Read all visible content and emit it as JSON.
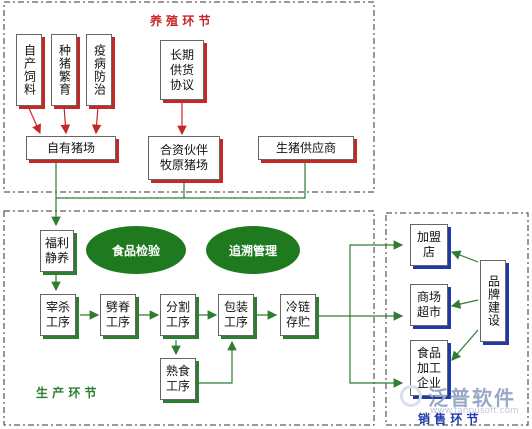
{
  "regions": {
    "breeding": "养 殖 环 节",
    "production": "生 产 环 节",
    "sales": "销 售 环 节"
  },
  "breeding": {
    "feed": "自产饲料",
    "breed": "种猪繁育",
    "epidemic": "疫病防治",
    "long_supply": "长期供货协议",
    "own_farm": "自有猪场",
    "jv_farm": "合资伙伴牧原猪场",
    "supplier": "生猪供应商"
  },
  "production": {
    "welfare": "福利静养",
    "inspection": "食品检验",
    "traceability": "追溯管理",
    "slaughter": "宰杀工序",
    "split": "劈脊工序",
    "cut": "分割工序",
    "pack": "包装工序",
    "cold": "冷链存贮",
    "cooked": "熟食工序"
  },
  "sales": {
    "franchise": "加盟店",
    "supermarket": "商场超市",
    "food_processing": "食品加工企业",
    "brand_building": "品牌建设"
  },
  "watermark": {
    "name": "泛普软件",
    "url": "www.fanpusoft.com"
  },
  "colors": {
    "breeding_arrow": "#c62828",
    "production_arrow": "#2e7d32",
    "region_label_red": "#c62828",
    "region_label_green": "#2e7d32",
    "region_label_blue": "#1f3aa6"
  }
}
